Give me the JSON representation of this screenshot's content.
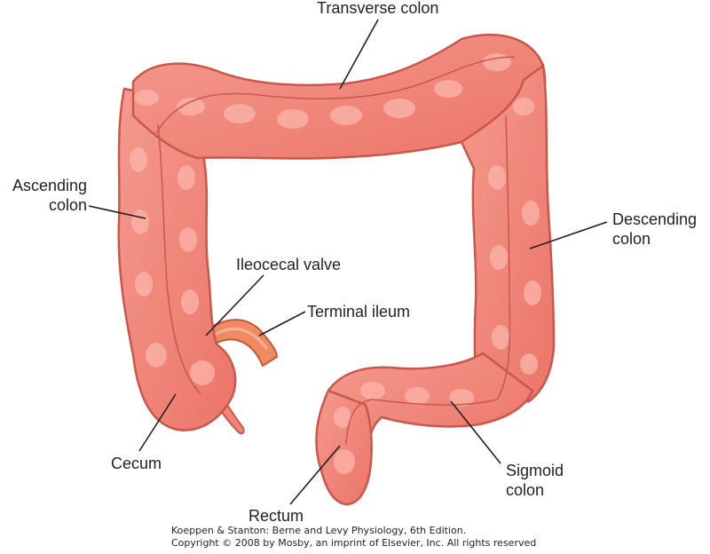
{
  "labels": {
    "transverse_colon": "Transverse colon",
    "ascending_colon": [
      "Ascending",
      "colon"
    ],
    "descending_colon": [
      "Descending",
      "colon"
    ],
    "ileocecal_valve": "Ileocecal valve",
    "terminal_ileum": "Terminal ileum",
    "cecum": "Cecum",
    "sigmoid_colon": [
      "Sigmoid",
      "colon"
    ],
    "rectum": "Rectum"
  },
  "credit": {
    "line1": "Koeppen & Stanton: Berne and Levy Physiology, 6th Edition.",
    "line2": "Copyright © 2008 by Mosby, an imprint of Elsevier, Inc. All rights reserved"
  },
  "colors": {
    "colon_fill": "#f2857a",
    "colon_outline": "#c9574c",
    "highlight": "#fbb3a8",
    "ileum_fill": "#f08a63",
    "leader_line": "#231f20"
  }
}
